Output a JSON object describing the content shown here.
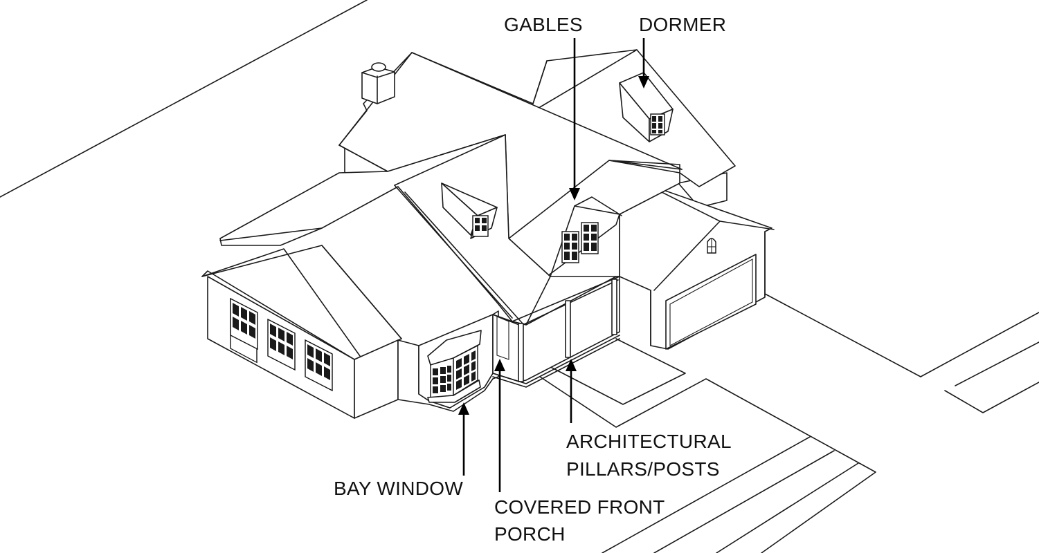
{
  "labels": {
    "gables": "GABLES",
    "dormer": "DORMER",
    "architectural_line1": "ARCHITECTURAL",
    "architectural_line2": "PILLARS/POSTS",
    "bay_window": "BAY WINDOW",
    "porch_line1": "COVERED FRONT",
    "porch_line2": "PORCH"
  },
  "colors": {
    "line": "#1a1a1a",
    "background": "#ffffff",
    "text": "#111111"
  }
}
